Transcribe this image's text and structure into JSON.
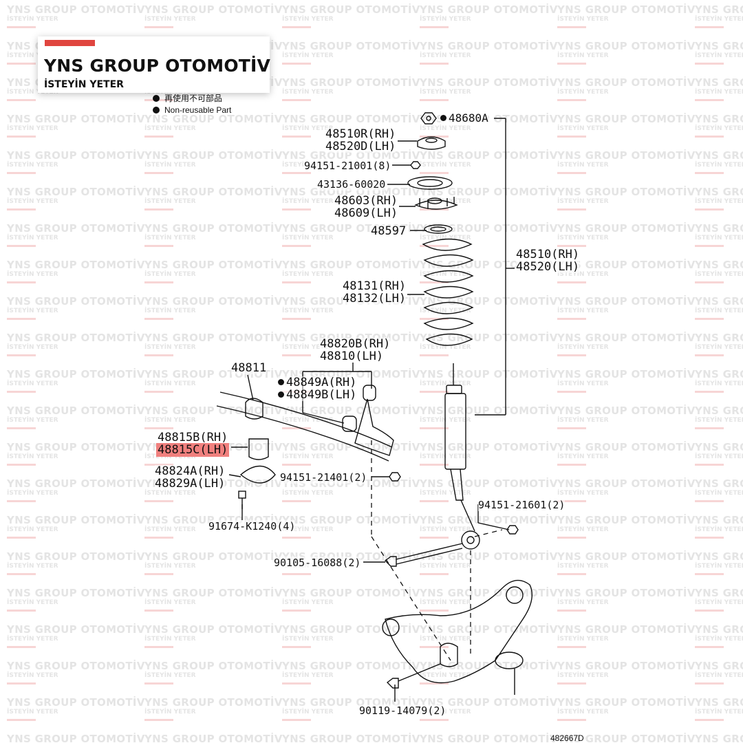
{
  "brand": {
    "title": "YNS GROUP OTOMOTİV",
    "subtitle": "İSTEYİN YETER",
    "accent": "#e0453f",
    "watermark_color": "#e4e4e4"
  },
  "legend": {
    "items": [
      {
        "symbol": "filled-dot",
        "text": "再使用不可部品"
      },
      {
        "symbol": "filled-dot",
        "text": "Non-reusable Part"
      }
    ]
  },
  "parts": {
    "p48680A": "48680A",
    "p48510R": "48510R(RH)",
    "p48520D": "48520D(LH)",
    "p94151_21001": "94151-21001(8)",
    "p43136": "43136-60020",
    "p48603": "48603(RH)",
    "p48609": "48609(LH)",
    "p48597": "48597",
    "p48510": "48510(RH)",
    "p48520": "48520(LH)",
    "p48131": "48131(RH)",
    "p48132": "48132(LH)",
    "p48820B": "48820B(RH)",
    "p48810": "48810(LH)",
    "p48811": "48811",
    "p48849A": "48849A(RH)",
    "p48849B": "48849B(LH)",
    "p48815B": "48815B(RH)",
    "p48815C": "48815C(LH)",
    "p48824A": "48824A(RH)",
    "p48829A": "48829A(LH)",
    "p94151_21401": "94151-21401(2)",
    "p94151_21601": "94151-21601(2)",
    "p91674": "91674-K1240(4)",
    "p90105": "90105-16088(2)",
    "p90119": "90119-14079(2)"
  },
  "highlight_color": "#f0807e",
  "diagram_code": "482667D"
}
